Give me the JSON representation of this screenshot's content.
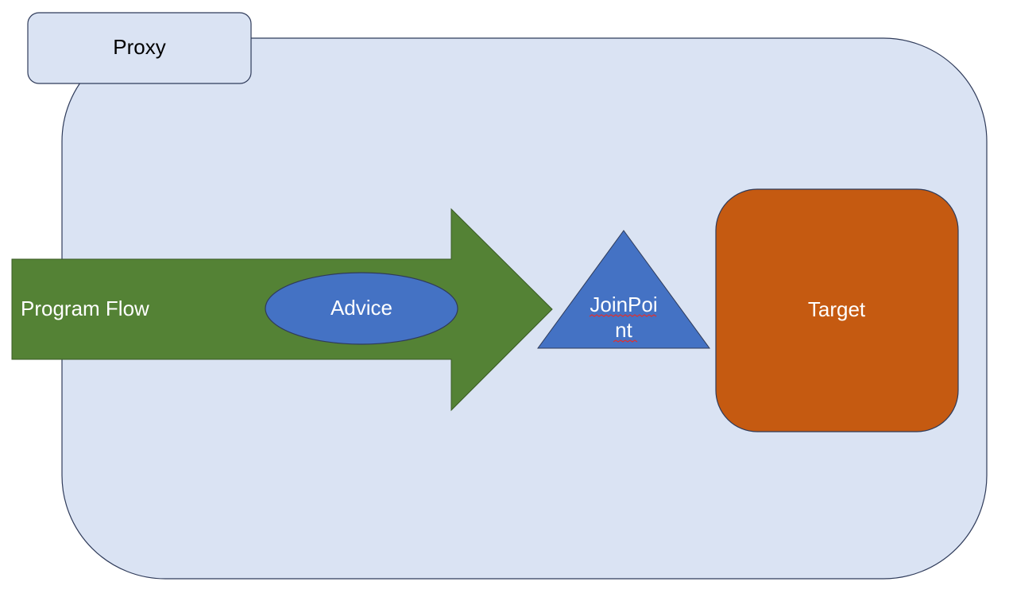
{
  "diagram": {
    "proxy": {
      "label": "Proxy"
    },
    "program_flow": {
      "label": "Program Flow"
    },
    "advice": {
      "label": "Advice"
    },
    "join_point": {
      "label_line1": "JoinPoi",
      "label_line2": "nt"
    },
    "target": {
      "label": "Target"
    }
  },
  "colors": {
    "proxy_fill": "#dae3f3",
    "proxy_stroke": "#2f3b5a",
    "arrow_fill": "#548235",
    "advice_fill": "#4472c4",
    "join_point_fill": "#4472c4",
    "target_fill": "#c55a11"
  }
}
